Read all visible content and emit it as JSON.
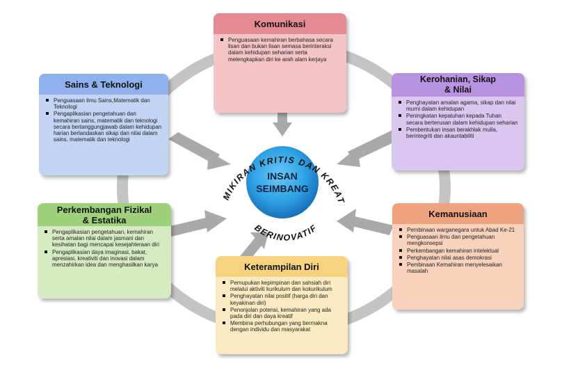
{
  "center": {
    "line1": "INSAN",
    "line2": "SEIMBANG",
    "arc_top": "PEMIKIRAN KRITIS DAN KREATIF",
    "arc_bottom": "BERINOVATIF"
  },
  "colors": {
    "ring": "#c4c4c4",
    "arrow": "#a9a9a9",
    "center_circle": "#2ea3e6",
    "center_circle_dark": "#1a6fb8"
  },
  "boxes": {
    "komunikasi": {
      "title": "Komunikasi",
      "items": [
        "Penguasaan kemahiran berbahasa secara lisan dan bukan lisan semasa berinteraksi dalam kehidupan seharian serta melengkapkan diri ke arah alam kerjaya"
      ]
    },
    "sains": {
      "title": "Sains & Teknologi",
      "items": [
        "Penguasaan ilmu Sains,Matematik dan Teknologi",
        "Pengaplikasian pengetahuan dan kemahiran sains, matematik dan teknologi secara bertanggungjawab dalam kehidupan harian berlandaskan sikap dan nilai dalam sains, matematik dan teknologi"
      ]
    },
    "kerohanian": {
      "title_line1": "Kerohanian, Sikap",
      "title_line2": "& Nilai",
      "items": [
        "Penghayatan amalan agama, sikap dan nilai murni dalam kehidupan",
        "Peningkatan kepatuhan kepada Tuhan secara berterusan dalam kehidupan seharian",
        "Pembentukan insan berakhlak mulia, berintegriti dan akauntabiliti"
      ]
    },
    "fizikal": {
      "title_line1": "Perkembangan Fizikal",
      "title_line2": "& Estatika",
      "items": [
        "Pengaplikasian pengetahuan, kemahiran serta amalan nilai dalam jasmani dan kesihatan bagi mencapai kesejahteraan diri",
        "Pengaplikasian daya imaginasi, bakat, apresiasi, kreativiti dan inovasi dalam menzahirkan idea dan menghasilkan karya"
      ]
    },
    "kemanusiaan": {
      "title": "Kemanusiaan",
      "items": [
        "Pembinaan warganegara untuk Abad Ke-21",
        "Penguasaan ilmu dan pengetahuan mengkonsepsi",
        "Perkembangan kemahiran intelektual",
        "Penghayatan nilai asas demokrasi",
        "Pembinaan Kemahiran menyelesaikan masalah"
      ]
    },
    "keterampilan": {
      "title": "Keterampilan Diri",
      "items": [
        "Pemupukan kepimpinan dan sahsiah diri melalui aktiviti kurikulum dan kokurikulum",
        "Penghayatan nilai positif (harga diri dan keyakinan diri)",
        "Penonjolan potensi, kemahiran yang ada pada diri dan daya kreatif",
        "Membina perhubungan yang bermakna dengan individu dan masyarakat"
      ]
    }
  }
}
